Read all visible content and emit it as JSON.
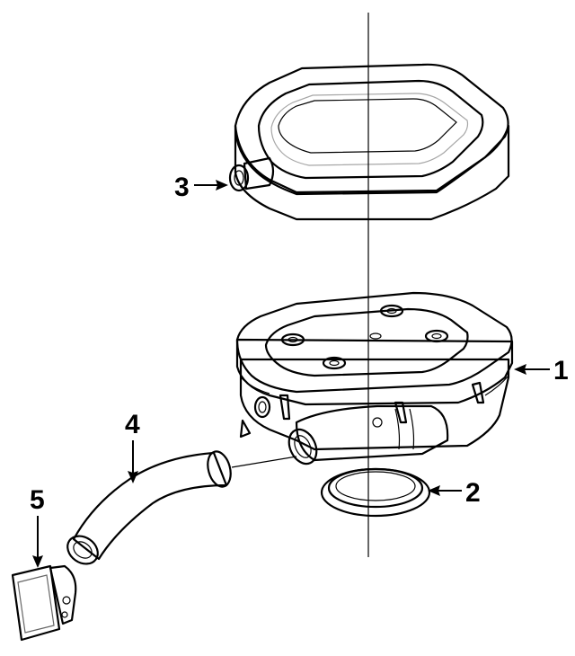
{
  "diagram": {
    "callouts": [
      {
        "id": "callout-1",
        "label": "1",
        "part": "air-cleaner-housing"
      },
      {
        "id": "callout-2",
        "label": "2",
        "part": "gasket-ring"
      },
      {
        "id": "callout-3",
        "label": "3",
        "part": "air-filter-element-fitting"
      },
      {
        "id": "callout-4",
        "label": "4",
        "part": "intake-duct-hose"
      },
      {
        "id": "callout-5",
        "label": "5",
        "part": "sensor-connector"
      }
    ]
  }
}
